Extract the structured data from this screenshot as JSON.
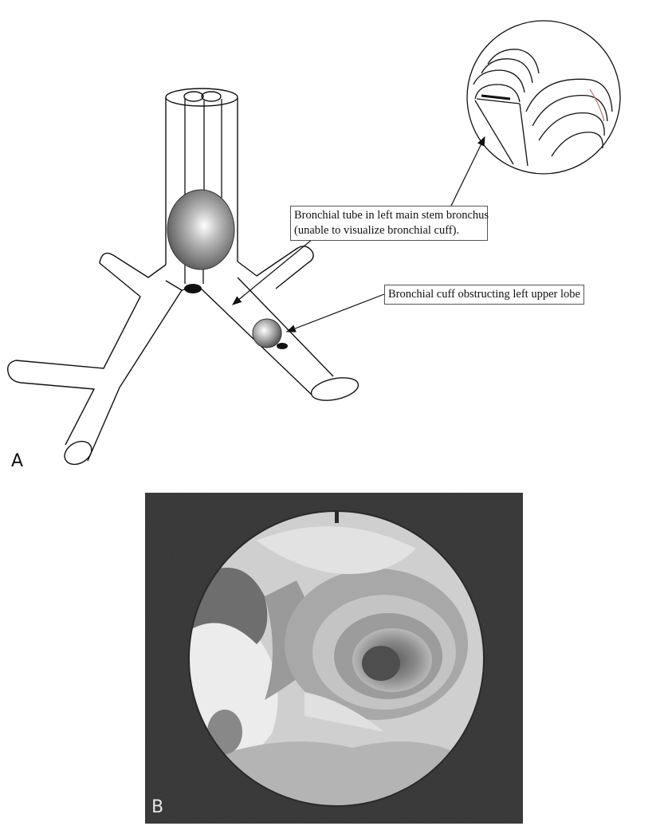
{
  "panel_a": {
    "label": "A",
    "callouts": {
      "left_main_stem": {
        "line1": "Bronchial tube in left main stem bronchus",
        "line2": "(unable to visualize bronchial cuff)."
      },
      "upper_lobe": "Bronchial cuff obstructing left upper lobe"
    }
  },
  "panel_b": {
    "label": "B"
  },
  "colors": {
    "line": "#111111",
    "photo_background": "#3c3c3c",
    "balloon_gray": "#7a7a7a"
  }
}
